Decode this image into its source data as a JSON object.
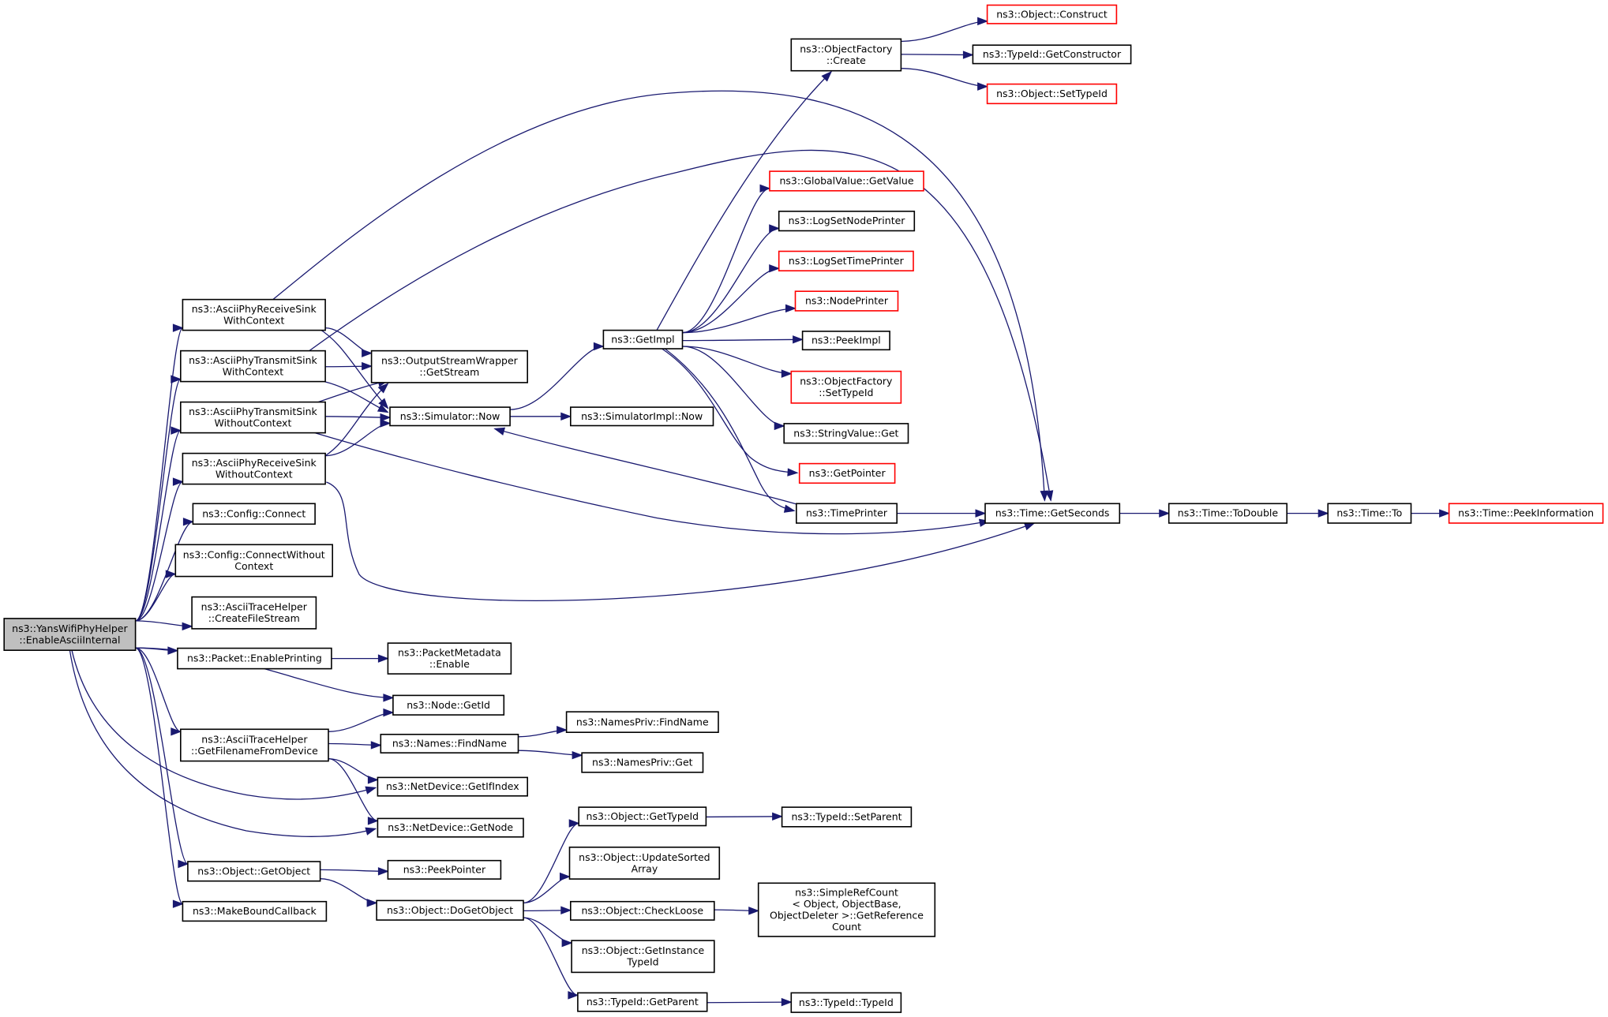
{
  "colors": {
    "edge": "#191970",
    "normal_border": "#000000",
    "truncated_border": "#ff0000",
    "root_fill": "#bfbfbf",
    "node_fill": "#ffffff"
  },
  "nodes": [
    {
      "id": "root",
      "lines": [
        "ns3::YansWifiPhyHelper",
        "::EnableAsciiInternal"
      ],
      "style": "root"
    },
    {
      "id": "recvWith",
      "lines": [
        "ns3::AsciiPhyReceiveSink",
        "WithContext"
      ],
      "style": "normal"
    },
    {
      "id": "transWith",
      "lines": [
        "ns3::AsciiPhyTransmitSink",
        "WithContext"
      ],
      "style": "normal"
    },
    {
      "id": "transWithout",
      "lines": [
        "ns3::AsciiPhyTransmitSink",
        "WithoutContext"
      ],
      "style": "normal"
    },
    {
      "id": "recvWithout",
      "lines": [
        "ns3::AsciiPhyReceiveSink",
        "WithoutContext"
      ],
      "style": "normal"
    },
    {
      "id": "cfgConnect",
      "lines": [
        "ns3::Config::Connect"
      ],
      "style": "normal"
    },
    {
      "id": "cfgConnectWo",
      "lines": [
        "ns3::Config::ConnectWithout",
        "Context"
      ],
      "style": "normal"
    },
    {
      "id": "createFile",
      "lines": [
        "ns3::AsciiTraceHelper",
        "::CreateFileStream"
      ],
      "style": "normal"
    },
    {
      "id": "pktEnable",
      "lines": [
        "ns3::Packet::EnablePrinting"
      ],
      "style": "normal"
    },
    {
      "id": "getFilename",
      "lines": [
        "ns3::AsciiTraceHelper",
        "::GetFilenameFromDevice"
      ],
      "style": "normal"
    },
    {
      "id": "getObject",
      "lines": [
        "ns3::Object::GetObject"
      ],
      "style": "normal"
    },
    {
      "id": "makeBound",
      "lines": [
        "ns3::MakeBoundCallback"
      ],
      "style": "normal"
    },
    {
      "id": "osw",
      "lines": [
        "ns3::OutputStreamWrapper",
        "::GetStream"
      ],
      "style": "normal"
    },
    {
      "id": "simNow",
      "lines": [
        "ns3::Simulator::Now"
      ],
      "style": "normal"
    },
    {
      "id": "pmEnable",
      "lines": [
        "ns3::PacketMetadata",
        "::Enable"
      ],
      "style": "normal"
    },
    {
      "id": "nodeGetId",
      "lines": [
        "ns3::Node::GetId"
      ],
      "style": "normal"
    },
    {
      "id": "findName",
      "lines": [
        "ns3::Names::FindName"
      ],
      "style": "normal"
    },
    {
      "id": "getIfIndex",
      "lines": [
        "ns3::NetDevice::GetIfIndex"
      ],
      "style": "normal"
    },
    {
      "id": "getNode",
      "lines": [
        "ns3::NetDevice::GetNode"
      ],
      "style": "normal"
    },
    {
      "id": "peekPointer",
      "lines": [
        "ns3::PeekPointer"
      ],
      "style": "normal"
    },
    {
      "id": "doGetObject",
      "lines": [
        "ns3::Object::DoGetObject"
      ],
      "style": "normal"
    },
    {
      "id": "getImpl",
      "lines": [
        "ns3::GetImpl"
      ],
      "style": "normal"
    },
    {
      "id": "simImplNow",
      "lines": [
        "ns3::SimulatorImpl::Now"
      ],
      "style": "normal"
    },
    {
      "id": "npFind",
      "lines": [
        "ns3::NamesPriv::FindName"
      ],
      "style": "normal"
    },
    {
      "id": "npGet",
      "lines": [
        "ns3::NamesPriv::Get"
      ],
      "style": "normal"
    },
    {
      "id": "objGetTypeId",
      "lines": [
        "ns3::Object::GetTypeId"
      ],
      "style": "normal"
    },
    {
      "id": "updSorted",
      "lines": [
        "ns3::Object::UpdateSorted",
        "Array"
      ],
      "style": "normal"
    },
    {
      "id": "checkLoose",
      "lines": [
        "ns3::Object::CheckLoose"
      ],
      "style": "normal"
    },
    {
      "id": "getInstTypeId",
      "lines": [
        "ns3::Object::GetInstance",
        "TypeId"
      ],
      "style": "normal"
    },
    {
      "id": "tidGetParent",
      "lines": [
        "ns3::TypeId::GetParent"
      ],
      "style": "normal"
    },
    {
      "id": "ofCreate",
      "lines": [
        "ns3::ObjectFactory",
        "::Create"
      ],
      "style": "normal"
    },
    {
      "id": "gvGetValue",
      "lines": [
        "ns3::GlobalValue::GetValue"
      ],
      "style": "truncated"
    },
    {
      "id": "logSetNode",
      "lines": [
        "ns3::LogSetNodePrinter"
      ],
      "style": "normal"
    },
    {
      "id": "logSetTime",
      "lines": [
        "ns3::LogSetTimePrinter"
      ],
      "style": "truncated"
    },
    {
      "id": "nodePrinter",
      "lines": [
        "ns3::NodePrinter"
      ],
      "style": "truncated"
    },
    {
      "id": "peekImpl",
      "lines": [
        "ns3::PeekImpl"
      ],
      "style": "normal"
    },
    {
      "id": "ofSetTypeId",
      "lines": [
        "ns3::ObjectFactory",
        "::SetTypeId"
      ],
      "style": "truncated"
    },
    {
      "id": "strGet",
      "lines": [
        "ns3::StringValue::Get"
      ],
      "style": "normal"
    },
    {
      "id": "getPointer",
      "lines": [
        "ns3::GetPointer"
      ],
      "style": "truncated"
    },
    {
      "id": "timePrinter",
      "lines": [
        "ns3::TimePrinter"
      ],
      "style": "normal"
    },
    {
      "id": "tidSetParent",
      "lines": [
        "ns3::TypeId::SetParent"
      ],
      "style": "normal"
    },
    {
      "id": "simpleRef",
      "lines": [
        "ns3::SimpleRefCount",
        "< Object, ObjectBase,",
        "ObjectDeleter >::GetReference",
        "Count"
      ],
      "style": "normal"
    },
    {
      "id": "tidTypeId",
      "lines": [
        "ns3::TypeId::TypeId"
      ],
      "style": "normal"
    },
    {
      "id": "objConstruct",
      "lines": [
        "ns3::Object::Construct"
      ],
      "style": "truncated"
    },
    {
      "id": "tidGetCtor",
      "lines": [
        "ns3::TypeId::GetConstructor"
      ],
      "style": "normal"
    },
    {
      "id": "objSetTypeId",
      "lines": [
        "ns3::Object::SetTypeId"
      ],
      "style": "truncated"
    },
    {
      "id": "getSeconds",
      "lines": [
        "ns3::Time::GetSeconds"
      ],
      "style": "normal"
    },
    {
      "id": "toDouble",
      "lines": [
        "ns3::Time::ToDouble"
      ],
      "style": "normal"
    },
    {
      "id": "timeTo",
      "lines": [
        "ns3::Time::To"
      ],
      "style": "normal"
    },
    {
      "id": "peekInfo",
      "lines": [
        "ns3::Time::PeekInformation"
      ],
      "style": "truncated"
    }
  ],
  "edges": [
    [
      "root",
      "recvWith"
    ],
    [
      "root",
      "transWith"
    ],
    [
      "root",
      "transWithout"
    ],
    [
      "root",
      "recvWithout"
    ],
    [
      "root",
      "cfgConnect"
    ],
    [
      "root",
      "cfgConnectWo"
    ],
    [
      "root",
      "createFile"
    ],
    [
      "root",
      "pktEnable"
    ],
    [
      "root",
      "nodeGetId"
    ],
    [
      "root",
      "getFilename"
    ],
    [
      "root",
      "getIfIndex"
    ],
    [
      "root",
      "getNode"
    ],
    [
      "root",
      "getObject"
    ],
    [
      "root",
      "makeBound"
    ],
    [
      "recvWith",
      "osw"
    ],
    [
      "recvWith",
      "simNow"
    ],
    [
      "recvWith",
      "getSeconds"
    ],
    [
      "transWith",
      "osw"
    ],
    [
      "transWith",
      "simNow"
    ],
    [
      "transWith",
      "getSeconds"
    ],
    [
      "transWithout",
      "osw"
    ],
    [
      "transWithout",
      "simNow"
    ],
    [
      "transWithout",
      "getSeconds"
    ],
    [
      "recvWithout",
      "osw"
    ],
    [
      "recvWithout",
      "simNow"
    ],
    [
      "recvWithout",
      "getSeconds"
    ],
    [
      "pktEnable",
      "pmEnable"
    ],
    [
      "getFilename",
      "nodeGetId"
    ],
    [
      "getFilename",
      "findName"
    ],
    [
      "getFilename",
      "getIfIndex"
    ],
    [
      "getFilename",
      "getNode"
    ],
    [
      "getObject",
      "peekPointer"
    ],
    [
      "getObject",
      "doGetObject"
    ],
    [
      "simNow",
      "getImpl"
    ],
    [
      "simNow",
      "simImplNow"
    ],
    [
      "findName",
      "npFind"
    ],
    [
      "findName",
      "npGet"
    ],
    [
      "doGetObject",
      "objGetTypeId"
    ],
    [
      "doGetObject",
      "updSorted"
    ],
    [
      "doGetObject",
      "checkLoose"
    ],
    [
      "doGetObject",
      "getInstTypeId"
    ],
    [
      "doGetObject",
      "tidGetParent"
    ],
    [
      "getImpl",
      "ofCreate"
    ],
    [
      "getImpl",
      "gvGetValue"
    ],
    [
      "getImpl",
      "logSetNode"
    ],
    [
      "getImpl",
      "logSetTime"
    ],
    [
      "getImpl",
      "nodePrinter"
    ],
    [
      "getImpl",
      "peekImpl"
    ],
    [
      "getImpl",
      "ofSetTypeId"
    ],
    [
      "getImpl",
      "strGet"
    ],
    [
      "getImpl",
      "getPointer"
    ],
    [
      "getImpl",
      "timePrinter"
    ],
    [
      "timePrinter",
      "simNow"
    ],
    [
      "timePrinter",
      "getSeconds"
    ],
    [
      "objGetTypeId",
      "tidSetParent"
    ],
    [
      "checkLoose",
      "simpleRef"
    ],
    [
      "tidGetParent",
      "tidTypeId"
    ],
    [
      "ofCreate",
      "objConstruct"
    ],
    [
      "ofCreate",
      "tidGetCtor"
    ],
    [
      "ofCreate",
      "objSetTypeId"
    ],
    [
      "getSeconds",
      "toDouble"
    ],
    [
      "toDouble",
      "timeTo"
    ],
    [
      "timeTo",
      "peekInfo"
    ]
  ]
}
